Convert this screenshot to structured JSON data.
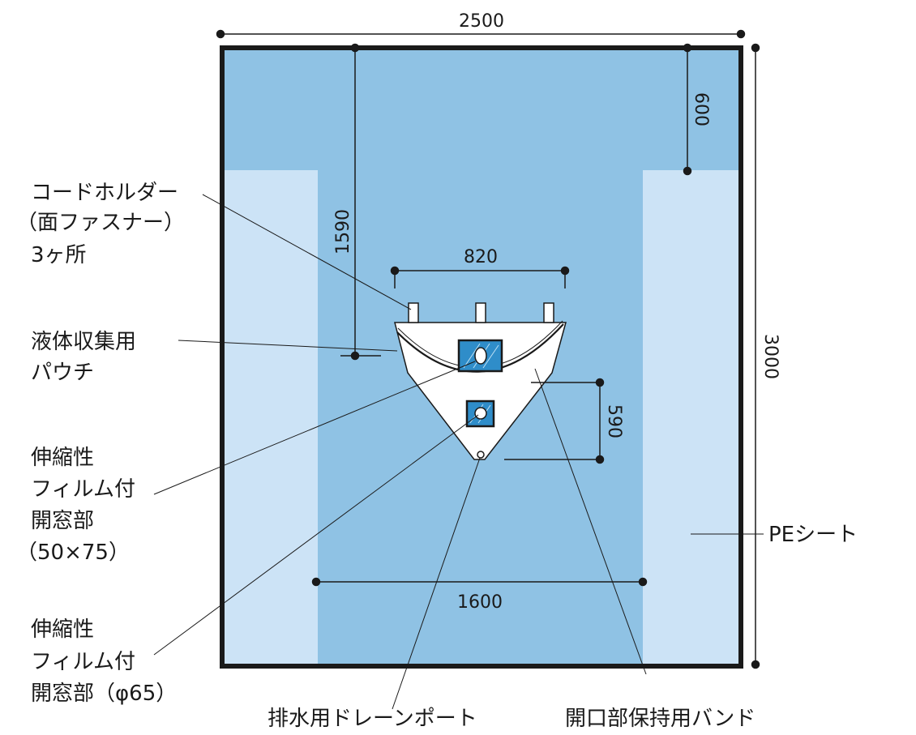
{
  "colors": {
    "sheet_light": "#cce3f6",
    "sheet_mid": "#8fc2e4",
    "window": "#2f8dc9",
    "frame": "#1a1a1a",
    "pouch": "#ffffff"
  },
  "dimensions": {
    "sheet_width": "2500",
    "sheet_height": "3000",
    "top_margin": "600",
    "pouch_depth": "1590",
    "pouch_width": "820",
    "pouch_height": "590",
    "channel_width": "1600"
  },
  "labels": {
    "cord_holder": [
      "コードホルダー",
      "（面ファスナー）",
      "3ヶ所"
    ],
    "pouch": [
      "液体収集用",
      "パウチ"
    ],
    "film_window_rect": [
      "伸縮性",
      "フィルム付",
      "開窓部",
      "（50×75）"
    ],
    "film_window_round": [
      "伸縮性",
      "フィルム付",
      "開窓部（φ65）"
    ],
    "pe_sheet": "PEシート",
    "drain_port": "排水用ドレーンポート",
    "band": "開口部保持用バンド"
  }
}
